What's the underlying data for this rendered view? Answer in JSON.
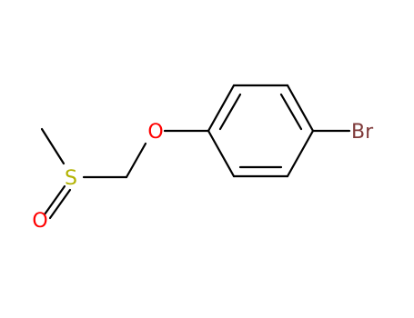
{
  "molecule": {
    "atoms": [
      {
        "id": "S",
        "symbol": "S",
        "color": "#b2b200"
      },
      {
        "id": "O_sulfoxide",
        "symbol": "O",
        "color": "#ff0000"
      },
      {
        "id": "O_ether",
        "symbol": "O",
        "color": "#ff0000"
      },
      {
        "id": "Br",
        "symbol": "Br",
        "color": "#7f3a3a"
      }
    ]
  }
}
